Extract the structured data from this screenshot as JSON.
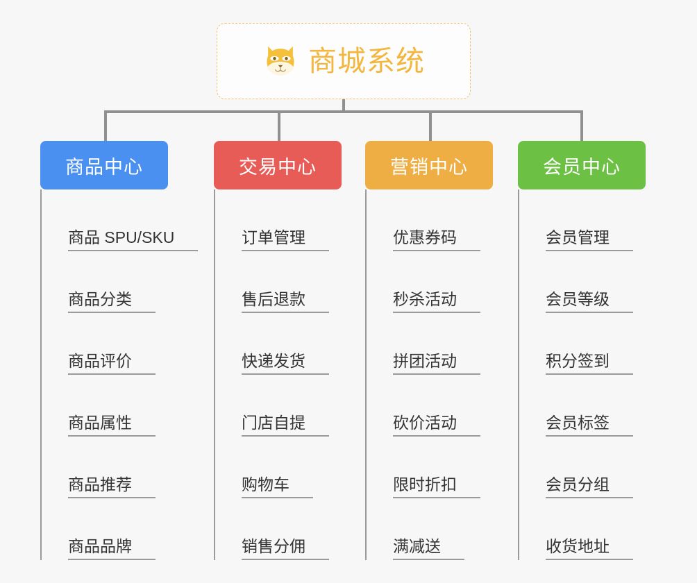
{
  "root": {
    "title": "商城系统",
    "icon": "shiba-dog-emoji",
    "border_color": "#f0c070",
    "text_color": "#f3b740",
    "background": "#fdfdfd"
  },
  "canvas": {
    "background": "#f7f7f7",
    "connector_color": "#909090",
    "leaf_line_color": "#9a9a9a",
    "leaf_text_color": "#333333"
  },
  "categories": [
    {
      "label": "商品中心",
      "color": "#4a90f0",
      "items": [
        "商品 SPU/SKU",
        "商品分类",
        "商品评价",
        "商品属性",
        "商品推荐",
        "商品品牌"
      ]
    },
    {
      "label": "交易中心",
      "color": "#e85c57",
      "items": [
        "订单管理",
        "售后退款",
        "快递发货",
        "门店自提",
        "购物车",
        "销售分佣"
      ]
    },
    {
      "label": "营销中心",
      "color": "#eeae44",
      "items": [
        "优惠券码",
        "秒杀活动",
        "拼团活动",
        "砍价活动",
        "限时折扣",
        "满减送"
      ]
    },
    {
      "label": "会员中心",
      "color": "#6cc144",
      "items": [
        "会员管理",
        "会员等级",
        "积分签到",
        "会员标签",
        "会员分组",
        "收货地址"
      ]
    }
  ]
}
